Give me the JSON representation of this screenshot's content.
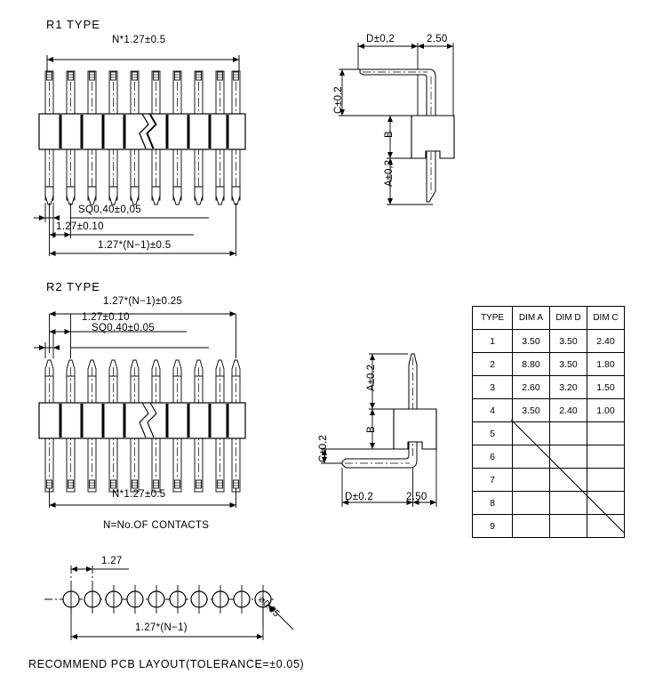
{
  "drawing": {
    "title_r1": "R1  TYPE",
    "title_r2": "R2  TYPE",
    "note_contacts": "N=No.OF  CONTACTS",
    "note_pcb": "RECOMMEND  PCB  LAYOUT(TOLERANCE=±0.05)"
  },
  "r1": {
    "front": {
      "dim_overall_top": "N*1.27±0.5",
      "dim_square": "SQ0,40±0,05",
      "dim_pitch": "1.27±0.10",
      "dim_span": "1.27*(N−1)±0.5",
      "pin_count": 10
    },
    "side": {
      "dim_d": "D±0,2",
      "dim_250": "2.50",
      "dim_c": "C±0,2",
      "dim_b": "B",
      "dim_a": "A±0,2"
    }
  },
  "r2": {
    "front": {
      "dim_span": "1.27*(N−1)±0.25",
      "dim_pitch": "1.27±0.10",
      "dim_square": "SQ0.40±0.05",
      "dim_overall_bottom": "N*1.27±0.5",
      "pin_count": 10
    },
    "side": {
      "dim_a": "A±0.2",
      "dim_b": "B",
      "dim_c": "C±0.2",
      "dim_d": "D±0.2",
      "dim_250": "2.50"
    }
  },
  "pcb": {
    "dim_pitch": "1.27",
    "dim_span": "1.27*(N−1)",
    "dim_hole": "⌀0.65",
    "hole_count": 10
  },
  "table": {
    "headers": [
      "TYPE",
      "DIM  A",
      "DIM  D",
      "DIM  C"
    ],
    "rows": [
      {
        "type": "1",
        "a": "3.50",
        "d": "3.50",
        "c": "2.40"
      },
      {
        "type": "2",
        "a": "8.80",
        "d": "3.50",
        "c": "1.80"
      },
      {
        "type": "3",
        "a": "2.60",
        "d": "3.20",
        "c": "1.50"
      },
      {
        "type": "4",
        "a": "3.50",
        "d": "2.40",
        "c": "1.00"
      },
      {
        "type": "5",
        "a": "",
        "d": "",
        "c": ""
      },
      {
        "type": "6",
        "a": "",
        "d": "",
        "c": ""
      },
      {
        "type": "7",
        "a": "",
        "d": "",
        "c": ""
      },
      {
        "type": "8",
        "a": "",
        "d": "",
        "c": ""
      },
      {
        "type": "9",
        "a": "",
        "d": "",
        "c": ""
      }
    ]
  }
}
